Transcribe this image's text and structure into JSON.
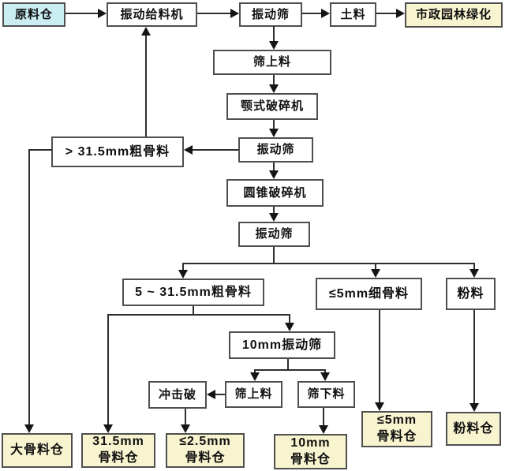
{
  "colors": {
    "source_fill": "#c9edf1",
    "silo_fill": "#f8f4cf",
    "process_fill": "#ffffff",
    "box_border": "#4f4f4f",
    "line": "#2e2e2e",
    "arrowhead": "#151515",
    "text": "#111111",
    "background": "#ffffff"
  },
  "nodes": {
    "raw_silo": {
      "label": "原料仓"
    },
    "feeder": {
      "label": "振动给料机"
    },
    "screen1": {
      "label": "振动筛"
    },
    "soil": {
      "label": "土料"
    },
    "greening": {
      "label": "市政园林绿化"
    },
    "oversize1": {
      "label": "筛上料"
    },
    "jaw_crusher": {
      "label": "颚式破碎机"
    },
    "screen2": {
      "label": "振动筛"
    },
    "coarse_over_31_5": {
      "label": "> 31.5mm粗骨料"
    },
    "cone_crusher": {
      "label": "圆锥破碎机"
    },
    "screen3": {
      "label": "振动筛"
    },
    "coarse_5_to_31_5": {
      "label": "5 ~ 31.5mm粗骨料"
    },
    "fine_under_5": {
      "label": "≤5mm细骨料"
    },
    "powder": {
      "label": "粉料"
    },
    "screen_10mm": {
      "label": "10mm振动筛"
    },
    "impact_crusher": {
      "label": "冲击破"
    },
    "oversize2": {
      "label": "筛上料"
    },
    "undersize": {
      "label": "筛下料"
    },
    "big_silo": {
      "label": "大骨料仓"
    },
    "silo_31_5": {
      "lines": [
        "31.5mm",
        "骨料仓"
      ]
    },
    "silo_2_5": {
      "lines": [
        "≤2.5mm",
        "骨料仓"
      ]
    },
    "silo_10": {
      "lines": [
        "10mm",
        "骨料仓"
      ]
    },
    "silo_5": {
      "lines": [
        "≤5mm",
        "骨料仓"
      ]
    },
    "powder_silo": {
      "label": "粉料仓"
    }
  }
}
